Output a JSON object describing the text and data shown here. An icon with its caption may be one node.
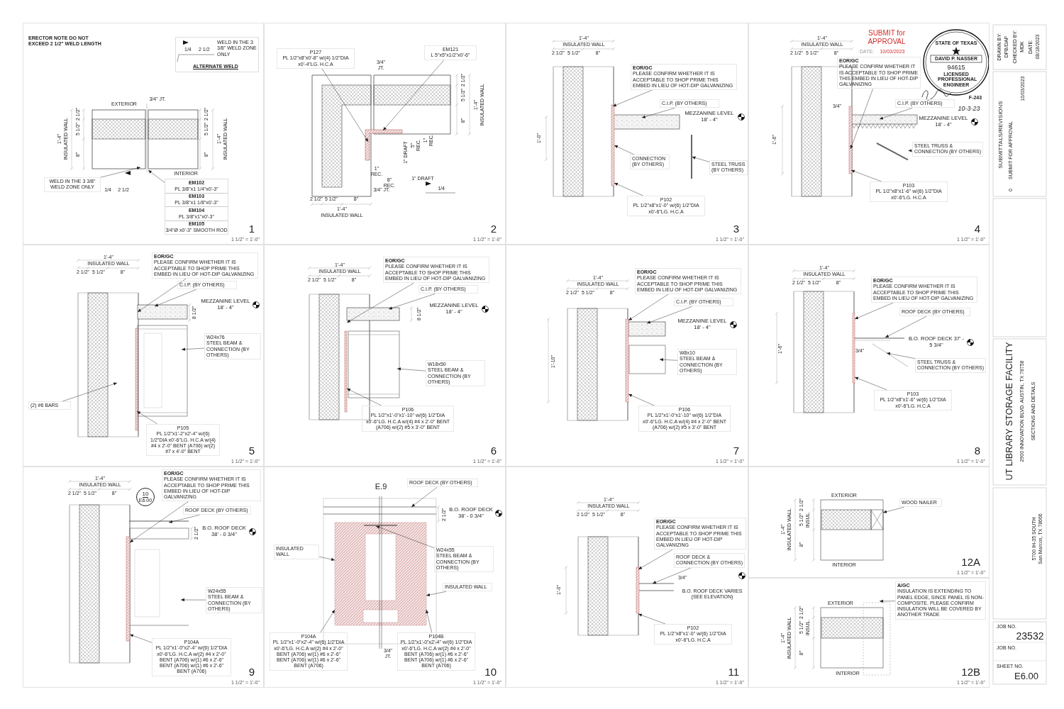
{
  "diagram": {
    "nodes": [
      {
        "text": [
          "1",
          "1 1/2\" = 1'-0\""
        ]
      },
      {
        "text": [
          "2",
          "1 1/2\" = 1'-0\""
        ]
      },
      {
        "text": [
          "3",
          "1 1/2\" = 1'-0\""
        ]
      },
      {
        "text": [
          "4",
          "1 1/2\" = 1'-0\""
        ]
      },
      {
        "text": [
          "5",
          "1 1/2\" = 1'-0\""
        ]
      },
      {
        "text": [
          "6",
          "1 1/2\" = 1'-0\""
        ]
      },
      {
        "text": [
          "7",
          "1 1/2\" = 1'-0\""
        ]
      },
      {
        "text": [
          "8",
          "1 1/2\" = 1'-0\""
        ]
      },
      {
        "text": [
          "9",
          "1 1/2\" = 1'-0\""
        ]
      },
      {
        "text": [
          "10",
          "1 1/2\" = 1'-0\""
        ]
      },
      {
        "text": [
          "11",
          "1 1/2\" = 1'-0\""
        ]
      },
      {
        "text": [
          "12A",
          "1 1/2\" = 1'-0\""
        ]
      },
      {
        "text": [
          "12B",
          "1 1/2\" = 1'-0\""
        ]
      },
      {
        "text": [
          "WELD IN THE 3 3/8\" WELD ZONE ONLY"
        ],
        "in": 0
      },
      {
        "text": [
          "1/4",
          "2 1/2",
          "WELD IN THE 3 3/8\" WELD ZONE ONLY",
          "ALTERNATE WELD"
        ],
        "in": 0
      },
      {
        "text": [
          "EM102",
          "PL 3/8\"x1 1/4\"x0'-3\"",
          "EM103",
          "PL 3/8\"x1 1/8\"x0'-3\"",
          "EM104",
          "PL 3/8\"x1\"x0'-3\"",
          "EM105",
          "3/4\"Ø x0'-3\" SMOOTH ROD"
        ],
        "in": 0
      },
      {
        "text": [
          "P127",
          "PL 1/2\"x8\"x0'-8\" w/(4) 1/2\"DIA x0'-4\"LG. H.C.A"
        ],
        "in": 1
      },
      {
        "text": [
          "EM121",
          "L 5\"x5\"x1/2\"x0'-6\""
        ],
        "in": 1
      },
      {
        "text": [
          "EOR/GC",
          "PLEASE CONFIRM WHETHER IT IS ACCEPTABLE TO SHOP PRIME THIS EMBED IN LIEU OF HOT-DIP GALVANIZING"
        ],
        "in": 2
      },
      {
        "text": [
          "C.I.P. (BY OTHERS)"
        ],
        "in": 2
      },
      {
        "text": [
          "CONNECTION (BY OTHERS)"
        ],
        "in": 2
      },
      {
        "text": [
          "STEEL TRUSS (BY OTHERS)"
        ],
        "in": 2
      },
      {
        "text": [
          "P102",
          "PL 1/2\"x8\"x1'-0\" w/(6) 1/2\"DIA x0'-6\"LG. H.C.A"
        ],
        "in": 2
      },
      {
        "text": [
          "EOR/GC",
          "PLEASE CONFIRM WHETHER IT IS ACCEPTABLE TO SHOP PRIME THIS EMBED IN LIEU OF HOT-DIP GALVANIZING"
        ],
        "in": 3
      },
      {
        "text": [
          "C.I.P. (BY OTHERS)"
        ],
        "in": 3
      },
      {
        "text": [
          "STEEL TRUSS & CONNECTION (BY OTHERS)"
        ],
        "in": 3
      },
      {
        "text": [
          "P103",
          "PL 1/2\"x8\"x1'-6\" w/(6) 1/2\"DIA x0'-6\"LG. H.C.A"
        ],
        "in": 3
      },
      {
        "text": [
          "EOR/GC",
          "PLEASE CONFIRM WHETHER IT IS ACCEPTABLE TO SHOP PRIME THIS EMBED IN LIEU OF HOT-DIP GALVANIZING"
        ],
        "in": 4
      },
      {
        "text": [
          "C.I.P. (BY OTHERS)"
        ],
        "in": 4
      },
      {
        "text": [
          "W24x76",
          "STEEL BEAM & CONNECTION (BY OTHERS)"
        ],
        "in": 4
      },
      {
        "text": [
          "(2) #6 BARS"
        ],
        "in": 4
      },
      {
        "text": [
          "P105",
          "PL 1/2\"x1'-2\"x2'-4\" w/(6) 1/2\"DIA x0'-6\"LG. H.C.A w/(4) #4 x 2'-0\" BENT (A706) w/(2) #7 x 4'-0\" BENT"
        ],
        "in": 4
      },
      {
        "text": [
          "EOR/GC",
          "PLEASE CONFIRM WHETHER IT IS ACCEPTABLE TO SHOP PRIME THIS EMBED IN LIEU OF HOT-DIP GALVANIZING"
        ],
        "in": 5
      },
      {
        "text": [
          "C.I.P. (BY OTHERS)"
        ],
        "in": 5
      },
      {
        "text": [
          "W18x50",
          "STEEL BEAM & CONNECTION (BY OTHERS)"
        ],
        "in": 5
      },
      {
        "text": [
          "P106",
          "PL 1/2\"x1'-0\"x1'-10\" w/(6) 1/2\"DIA x0'-6\"LG. H.C.A w/(4) #4 x 2'-0\" BENT (A706) w/(2) #5 x 3'-0\" BENT"
        ],
        "in": 5
      },
      {
        "text": [
          "EOR/GC",
          "PLEASE CONFIRM WHETHER IT IS ACCEPTABLE TO SHOP PRIME THIS EMBED IN LIEU OF HOT-DIP GALVANIZING"
        ],
        "in": 6
      },
      {
        "text": [
          "C.I.P. (BY OTHERS)"
        ],
        "in": 6
      },
      {
        "text": [
          "W8x10",
          "STEEL BEAM & CONNECTION (BY OTHERS)"
        ],
        "in": 6
      },
      {
        "text": [
          "P106",
          "PL 1/2\"x1'-0\"x1'-10\" w/(6) 1/2\"DIA x0'-6\"LG. H.C.A w/(4) #4 x 2'-0\" BENT (A706) w/(2) #5 x 3'-0\" BENT"
        ],
        "in": 6
      },
      {
        "text": [
          "EOR/GC",
          "PLEASE CONFIRM WHETHER IT IS ACCEPTABLE TO SHOP PRIME THIS EMBED IN LIEU OF HOT-DIP GALVANIZING"
        ],
        "in": 7
      },
      {
        "text": [
          "ROOF DECK (BY OTHERS)"
        ],
        "in": 7
      },
      {
        "text": [
          "STEEL TRUSS & CONNECTION (BY OTHERS)"
        ],
        "in": 7
      },
      {
        "text": [
          "P103",
          "PL 1/2\"x8\"x1'-6\" w/(6) 1/2\"DIA x0'-6\"LG. H.C.A"
        ],
        "in": 7
      },
      {
        "text": [
          "EOR/GC",
          "PLEASE CONFIRM WHETHER IT IS ACCEPTABLE TO SHOP PRIME THIS EMBED IN LIEU OF HOT-DIP GALVANIZING"
        ],
        "in": 8
      },
      {
        "text": [
          "ROOF DECK (BY OTHERS)"
        ],
        "in": 8
      },
      {
        "text": [
          "W24x55",
          "STEEL BEAM & CONNECTION (BY OTHERS)"
        ],
        "in": 8
      },
      {
        "text": [
          "P104A",
          "PL 1/2\"x1'-0\"x2'-4\" w/(6) 1/2\"DIA x0'-6\"LG. H.C.A w/(2) #4 x 2'-0\" BENT (A706) w/(1) #6 x 2'-6\" BENT (A706) w/(1) #6 x 2'-6\" BENT (A706)"
        ],
        "in": 8
      },
      {
        "text": [
          "ROOF DECK (BY OTHERS)"
        ],
        "in": 9
      },
      {
        "text": [
          "INSULATED WALL"
        ],
        "in": 9
      },
      {
        "text": [
          "W24x55",
          "STEEL BEAM & CONNECTION (BY OTHERS)"
        ],
        "in": 9
      },
      {
        "text": [
          "INSULATED WALL"
        ],
        "in": 9
      },
      {
        "text": [
          "P104A",
          "PL 1/2\"x1'-0\"x2'-4\" w/(6) 1/2\"DIA x0'-6\"LG. H.C.A w/(2) #4 x 2'-0\" BENT (A706) w/(1) #6 x 2'-6\" BENT (A706) w/(1) #6 x 2'-6\" BENT (A706)"
        ],
        "in": 9
      },
      {
        "text": [
          "P104B",
          "PL 1/2\"x1'-0\"x2'-4\" w/(6) 1/2\"DIA x0'-6\"LG. H.C.A w/(2) #4 x 2'-0\" BENT (A706) w/(1) #6 x 2'-6\" BENT (A706) w/(1) #6 x 2'-6\" BENT (A706)"
        ],
        "in": 9
      },
      {
        "text": [
          "EOR/GC",
          "PLEASE CONFIRM WHETHER IT IS ACCEPTABLE TO SHOP PRIME THIS EMBED IN LIEU OF HOT-DIP GALVANIZING"
        ],
        "in": 10
      },
      {
        "text": [
          "ROOF DECK & CONNECTION (BY OTHERS)"
        ],
        "in": 10
      },
      {
        "text": [
          "P102",
          "PL 1/2\"x8\"x1'-0\" w/(6) 1/2\"DIA x0'-6\"LG. H.C.A"
        ],
        "in": 10
      },
      {
        "text": [
          "WOOD NAILER"
        ],
        "in": 11
      },
      {
        "text": [
          "A/GC",
          "INSULATION IS EXTENDING TO PANEL EDGE, SINCE PANEL IS NON-COMPOSITE. PLEASE CONFIRM INSULATION WILL BE COVERED BY ANOTHER TRADE"
        ],
        "in": 12
      },
      {
        "text": [
          "10",
          "E6.00"
        ],
        "in": 8
      },
      {
        "text": [],
        "shape": "bar",
        "in": 2
      },
      {
        "text": [],
        "shape": "bar",
        "in": 3
      }
    ],
    "edges": [
      {
        "from": 13,
        "to": null,
        "arrow": "to"
      },
      {
        "from": 15,
        "to": null,
        "arrow": "to"
      },
      {
        "from": 16,
        "to": null,
        "arrow": "to"
      },
      {
        "from": 17,
        "to": null,
        "arrow": "to"
      },
      {
        "from": 18,
        "to": null,
        "arrow": "to"
      },
      {
        "from": 19,
        "to": null,
        "arrow": "to"
      },
      {
        "from": 20,
        "to": null,
        "arrow": "to"
      },
      {
        "from": 21,
        "to": 60,
        "arrow": "to"
      },
      {
        "from": 22,
        "to": null,
        "arrow": "to"
      },
      {
        "from": 23,
        "to": null,
        "arrow": "to"
      },
      {
        "from": 24,
        "to": null,
        "arrow": "to"
      },
      {
        "from": 25,
        "to": 61,
        "arrow": "to"
      },
      {
        "from": 26,
        "to": null,
        "arrow": "to"
      },
      {
        "from": 27,
        "to": null,
        "arrow": "to"
      },
      {
        "from": 28,
        "to": null,
        "arrow": "to"
      },
      {
        "from": 29,
        "to": null,
        "arrow": "to"
      },
      {
        "from": 30,
        "to": null,
        "arrow": "to"
      },
      {
        "from": 31,
        "to": null,
        "arrow": "to"
      },
      {
        "from": 32,
        "to": null,
        "arrow": "to"
      },
      {
        "from": 33,
        "to": null,
        "arrow": "to"
      },
      {
        "from": 34,
        "to": null,
        "arrow": "to"
      },
      {
        "from": 35,
        "to": null,
        "arrow": "to"
      },
      {
        "from": 36,
        "to": null,
        "arrow": "to"
      },
      {
        "from": 37,
        "to": null,
        "arrow": "to"
      },
      {
        "from": 38,
        "to": null,
        "arrow": "to"
      },
      {
        "from": 39,
        "to": null,
        "arrow": "to"
      },
      {
        "from": 40,
        "to": null,
        "arrow": "to"
      },
      {
        "from": 41,
        "to": null,
        "arrow": "to"
      },
      {
        "from": 42,
        "to": null,
        "arrow": "to"
      },
      {
        "from": 43,
        "to": null,
        "arrow": "to"
      },
      {
        "from": 44,
        "to": null,
        "arrow": "to"
      },
      {
        "from": 45,
        "to": null,
        "arrow": "to"
      },
      {
        "from": 46,
        "to": null,
        "arrow": "to"
      },
      {
        "from": 47,
        "to": null,
        "arrow": "to"
      },
      {
        "from": 48,
        "to": null,
        "arrow": "to"
      },
      {
        "from": 49,
        "to": null,
        "arrow": "to"
      },
      {
        "from": 50,
        "to": null,
        "arrow": "to"
      },
      {
        "from": 51,
        "to": null,
        "arrow": "to"
      },
      {
        "from": 52,
        "to": null,
        "arrow": "to"
      },
      {
        "from": 53,
        "to": null,
        "arrow": "to"
      },
      {
        "from": 54,
        "to": null,
        "arrow": "to"
      },
      {
        "from": 55,
        "to": null,
        "arrow": "to"
      },
      {
        "from": 56,
        "to": null,
        "arrow": "to"
      },
      {
        "from": 57,
        "to": null,
        "arrow": "to"
      },
      {
        "from": 58,
        "to": null,
        "arrow": "to"
      }
    ],
    "labels": [
      "ERECTOR NOTE DO NOT EXCEED 2 1/2\" WELD LENGTH",
      "EXTERIOR",
      "3/4\" JT.",
      "1'-4\"",
      "INSULATED WALL",
      "2 1/2\"",
      "5 1/2\"",
      "8\"",
      "2 1/2\"",
      "5 1/2\"",
      "8\"",
      "1'-4\"",
      "INSULATED WALL",
      "INTERIOR",
      "1/4",
      "2 1/2",
      "3/4\" JT.",
      "2 1/2\"",
      "5 1/2\"",
      "8\"",
      "1'-4\"",
      "INSULATED WALL",
      "5\" REC.",
      "1\" REC.",
      "1\" DRAFT",
      "1\" REC.",
      "8\" REC.",
      "1\" DRAFT",
      "3/4\" JT.",
      "2 1/2\"",
      "5 1/2\"",
      "8\"",
      "1/4",
      "1'-4\"",
      "INSULATED WALL",
      "1'-4\"",
      "INSULATED WALL",
      "2 1/2\"",
      "5 1/2\"",
      "8\"",
      "MEZZANINE LEVEL 18' - 4\"",
      "1'-0\"",
      "1'-4\"",
      "INSULATED WALL",
      "2 1/2\"",
      "5 1/2\"",
      "8\"",
      "3/4\"",
      "MEZZANINE LEVEL 18' - 4\"",
      "1'-6\"",
      "SUBMIT for APPROVAL",
      "DATE:",
      "10/03/2023",
      "STATE OF TEXAS",
      "DAVID P. NASSER",
      "94615",
      "LICENSED",
      "PROFESSIONAL ENGINEER",
      "F-243",
      "10-3-23",
      "1'-4\"",
      "INSULATED WALL",
      "2 1/2\"",
      "5 1/2\"",
      "8\"",
      "8 1/2\"",
      "MEZZANINE LEVEL 18' - 4\"",
      "1'-4\"",
      "INSULATED WALL",
      "2 1/2\"",
      "5 1/2\"",
      "8\"",
      "8 1/2\"",
      "MEZZANINE LEVEL 18' - 4\"",
      "1'-4\"",
      "INSULATED WALL",
      "2 1/2\"",
      "5 1/2\"",
      "8\"",
      "MEZZANINE LEVEL 18' - 4\"",
      "1'-10\"",
      "1'-4\"",
      "INSULATED WALL",
      "2 1/2\"",
      "5 1/2\"",
      "8\"",
      "3/4\"",
      "1'-6\"",
      "B.O. ROOF DECK 37' - 5 3/4\"",
      "1'-4\"",
      "INSULATED WALL",
      "2 1/2\"",
      "5 1/2\"",
      "8\"",
      "2 1/2\"",
      "B.O. ROOF DECK 38' - 0 3/4\"",
      "E.9",
      "2 1/2\"",
      "B.O. ROOF DECK 38' - 0 3/4\"",
      "3/4\" JT.",
      "1'-4\"",
      "INSULATED WALL",
      "2 1/2\"",
      "5 1/2\"",
      "8\"",
      "1'-0\"",
      "B.O. ROOF DECK VARIES (SEE ELEVATION)",
      "3/4\"",
      "EXTERIOR",
      "INTERIOR",
      "1'-4\"",
      "INSULATED WALL",
      "2 1/2\"",
      "5 1/2\"",
      "INSUL.",
      "8\"",
      "EXTERIOR",
      "INTERIOR",
      "1'-4\"",
      "INSULATED WALL",
      "2 1/2\"",
      "5 1/2\"",
      "INSUL.",
      "8\"",
      "DRAWN BY:",
      "DPB/DAP",
      "CHECKED BY:",
      "MDK",
      "DATE:",
      "08/18/2023",
      "SUBMITTALS/REVISIONS",
      "0",
      "SUBMIT FOR APPROVAL",
      "10/03/2023",
      "UT LIBRARY STORAGE FACILITY",
      "2900 INNOVATION BLVD. AUSTIN, TX 78758",
      "SECTIONS AND DETAILS",
      "5700 IH-35 SOUTH",
      "San Marcos, TX 78666",
      "JOB NO.",
      "23532",
      "JOB NO.",
      "SHEET NO.",
      "E6.00"
    ]
  }
}
